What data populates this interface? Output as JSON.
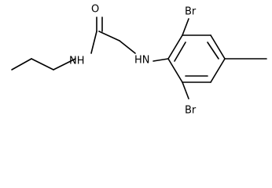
{
  "molecule": {
    "atoms": {
      "carbonyl_oxygen": "O",
      "amide_nitrogen": "NH",
      "amine_nitrogen": "HN",
      "bromine_top": "Br",
      "bromine_bottom": "Br"
    }
  }
}
